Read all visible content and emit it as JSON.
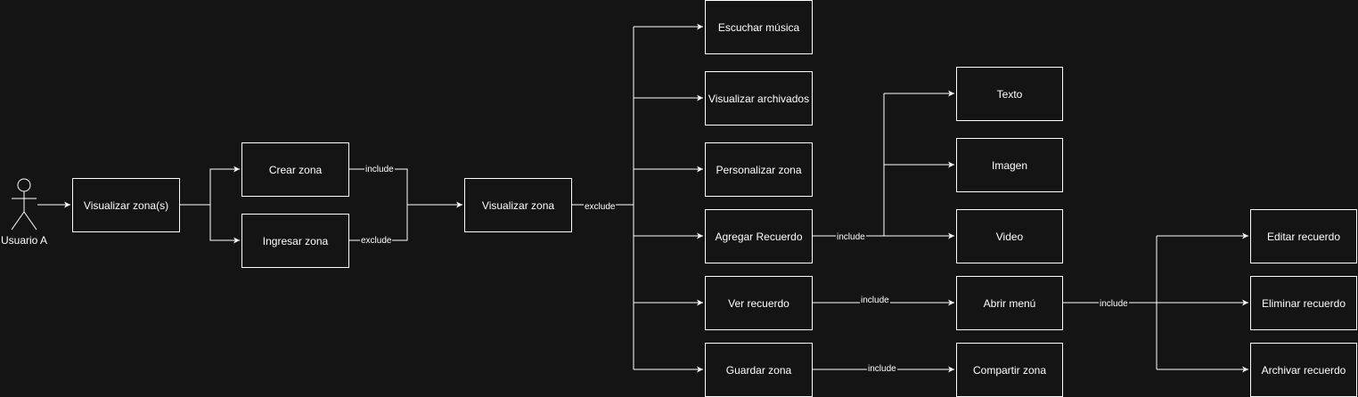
{
  "actor": {
    "label": "Usuario A"
  },
  "nodes": {
    "visualizar_zonas": "Visualizar zona(s)",
    "crear_zona": "Crear zona",
    "ingresar_zona": "Ingresar zona",
    "visualizar_zona": "Visualizar zona",
    "escuchar_musica": "Escuchar música",
    "visualizar_archivados": "Visualizar archivados",
    "personalizar_zona": "Personalizar zona",
    "agregar_recuerdo": "Agregar Recuerdo",
    "ver_recuerdo": "Ver recuerdo",
    "guardar_zona": "Guardar zona",
    "texto": "Texto",
    "imagen": "Imagen",
    "video": "Video",
    "abrir_menu": "Abrir menú",
    "compartir_zona": "Compartir zona",
    "editar_recuerdo": "Editar recuerdo",
    "eliminar_recuerdo": "Eliminar recuerdo",
    "archivar_recuerdo": "Archivar recuerdo"
  },
  "edge_labels": {
    "crear_include": "include",
    "ingresar_exclude": "exclude",
    "visualizar_exclude": "exclude",
    "agregar_include": "include",
    "ver_include": "include",
    "guardar_include": "include",
    "menu_include": "include"
  }
}
